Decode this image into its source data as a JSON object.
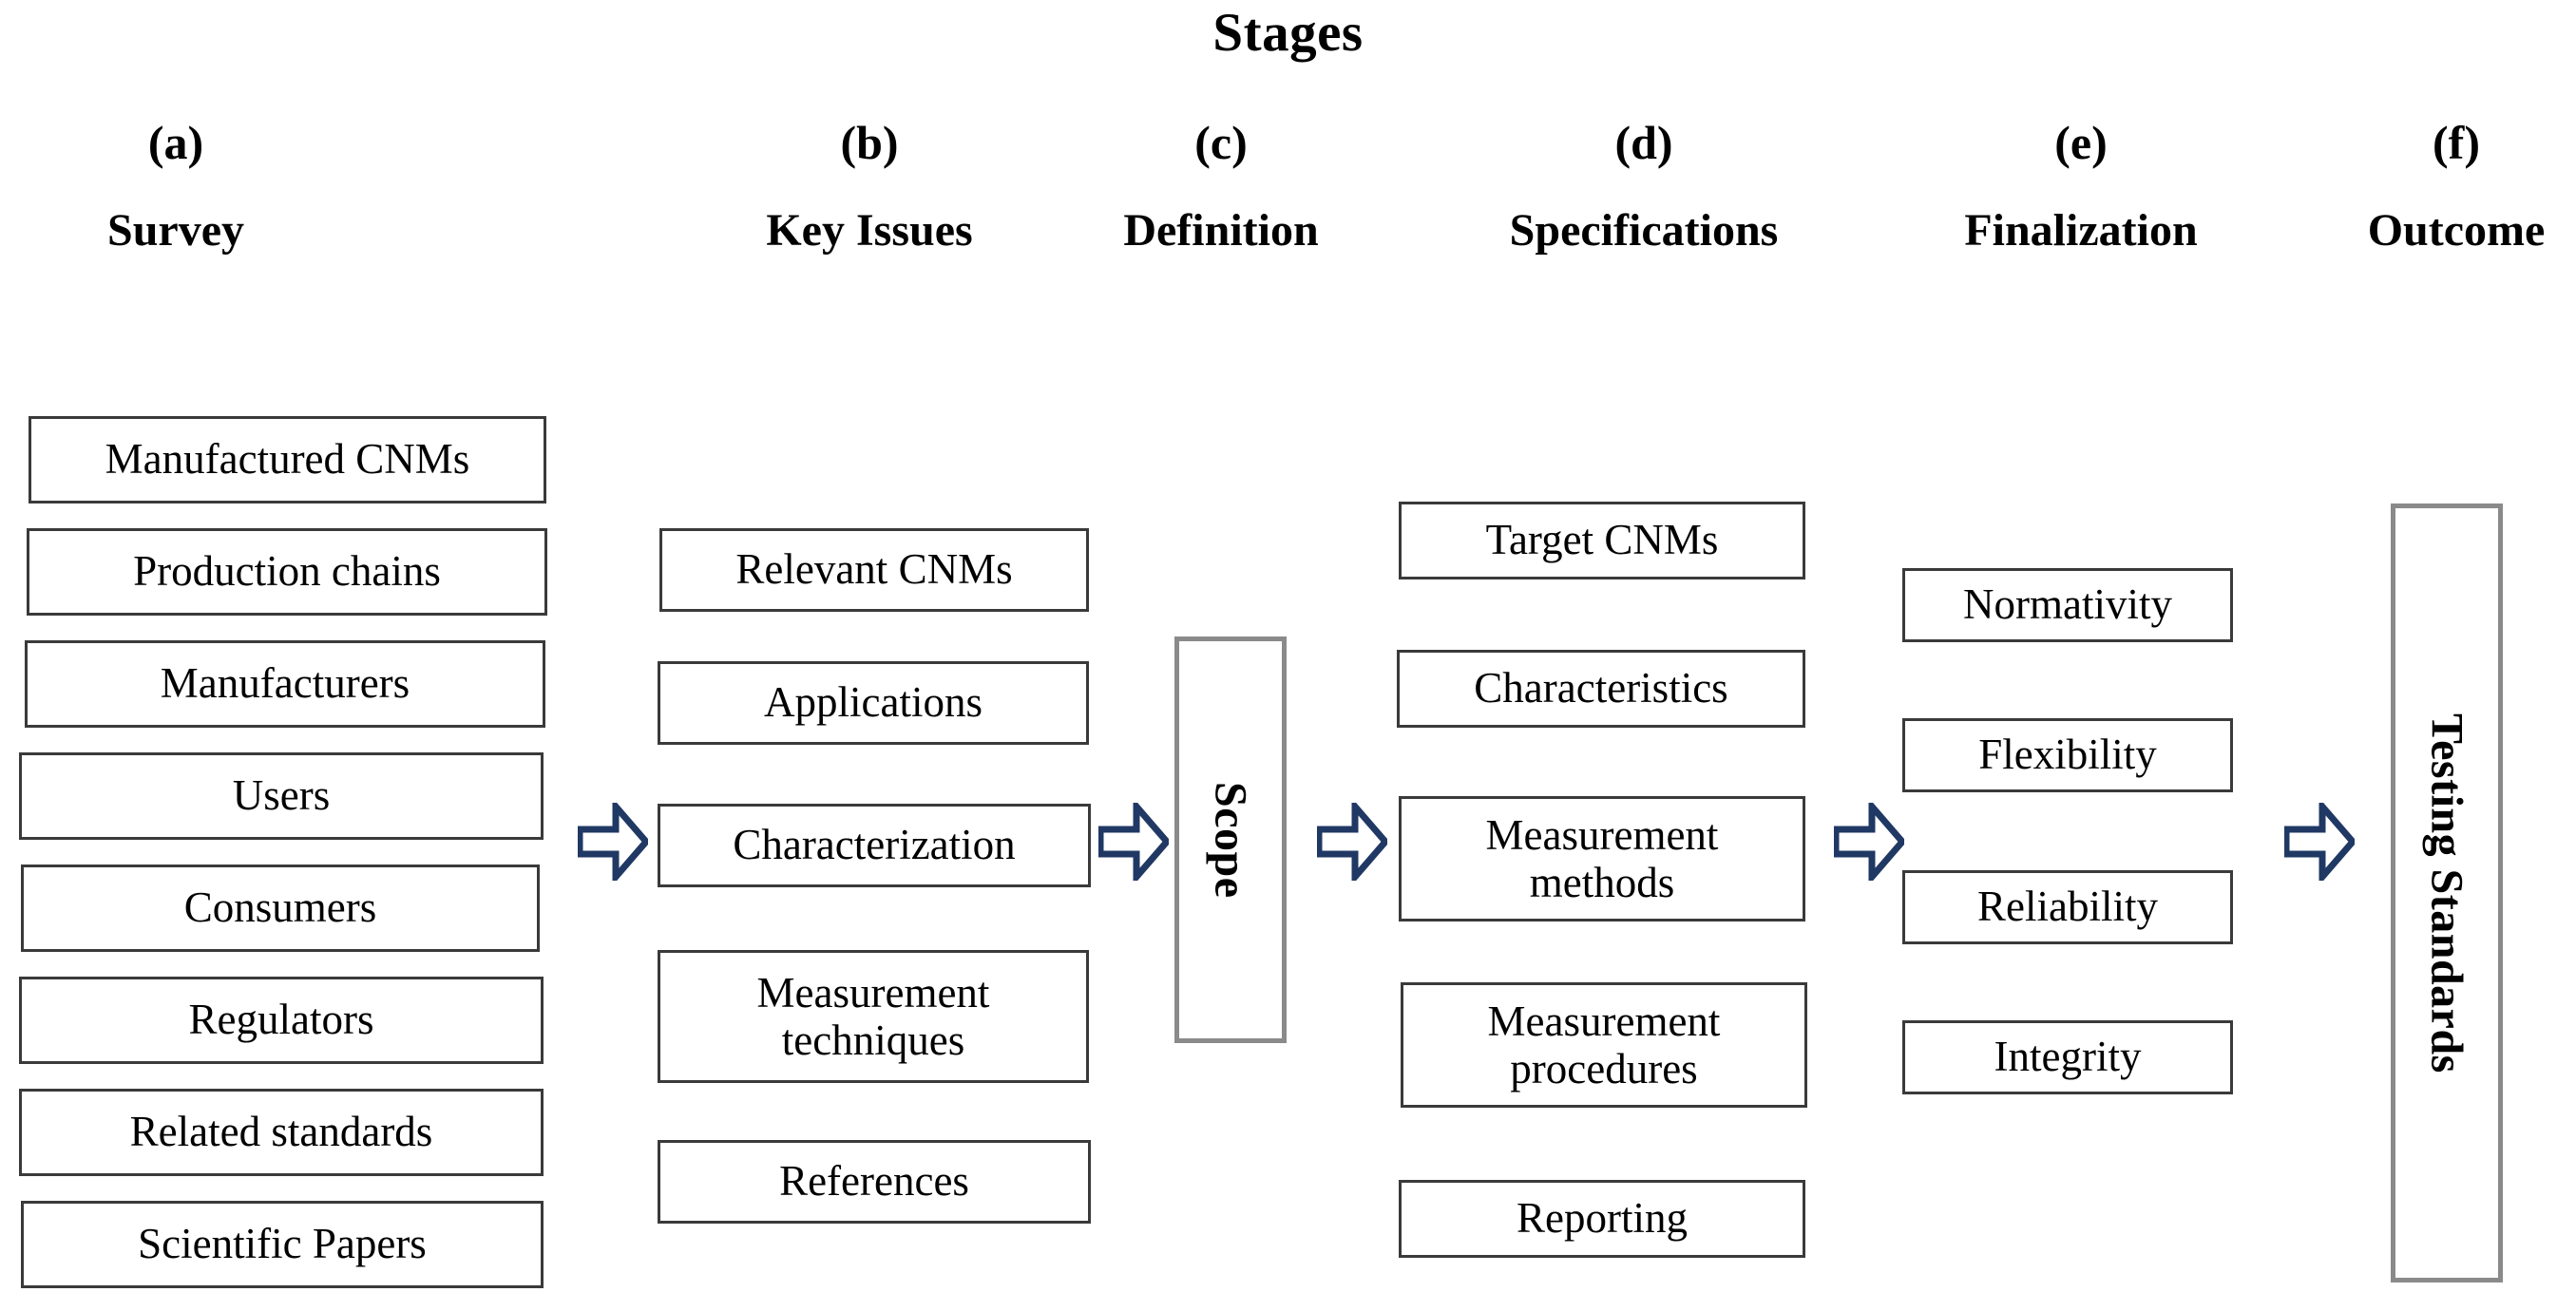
{
  "title": "Stages",
  "accent_color": "#203864",
  "box_border_color": "#3a3a3a",
  "vbox_border_color": "#8a8a8a",
  "columns": [
    {
      "letter": "(a)",
      "name": "Survey",
      "items": [
        "Manufactured CNMs",
        "Production chains",
        "Manufacturers",
        "Users",
        "Consumers",
        "Regulators",
        "Related standards",
        "Scientific Papers"
      ]
    },
    {
      "letter": "(b)",
      "name": "Key Issues",
      "items": [
        "Relevant CNMs",
        "Applications",
        "Characterization",
        "Measurement techniques",
        "References"
      ]
    },
    {
      "letter": "(c)",
      "name": "Definition",
      "items": [
        "Scope"
      ]
    },
    {
      "letter": "(d)",
      "name": "Specifications",
      "items": [
        "Target CNMs",
        "Characteristics",
        "Measurement methods",
        "Measurement procedures",
        "Reporting"
      ]
    },
    {
      "letter": "(e)",
      "name": "Finalization",
      "items": [
        "Normativity",
        "Flexibility",
        "Reliability",
        "Integrity"
      ]
    },
    {
      "letter": "(f)",
      "name": "Outcome",
      "items": [
        "Testing Standards"
      ]
    }
  ],
  "arrows": [
    {
      "name": "arrow-survey-to-key-issues"
    },
    {
      "name": "arrow-key-issues-to-definition"
    },
    {
      "name": "arrow-definition-to-specifications"
    },
    {
      "name": "arrow-specifications-to-finalization"
    },
    {
      "name": "arrow-finalization-to-outcome"
    }
  ],
  "line_breaks": {
    "b3": [
      "Measurement",
      "techniques"
    ],
    "d2": [
      "Measurement",
      "methods"
    ],
    "d3": [
      "Measurement",
      "procedures"
    ]
  }
}
